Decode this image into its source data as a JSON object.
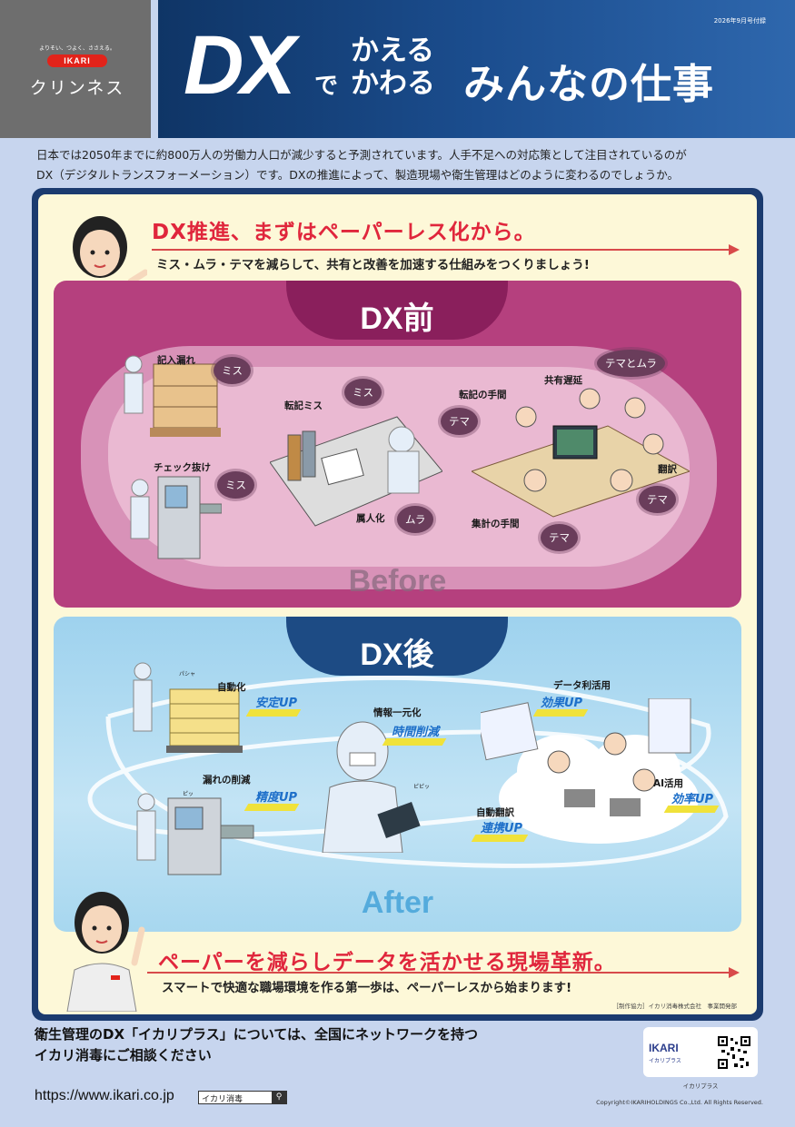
{
  "header": {
    "brand_tagline": "よりそい、つよく、ささえる。",
    "brand_logo": "IKARI",
    "brand_name": "クリンネス",
    "issue": "2026年9月号付録",
    "title_dx": "DX",
    "title_de": "で",
    "title_kaeru": "かえる",
    "title_kawaru": "かわる",
    "title_rest": "みんなの仕事"
  },
  "intro": {
    "line1": "日本では2050年までに約800万人の労働力人口が減少すると予測されています。人手不足への対応策として注目されているのが",
    "line2": "DX（デジタルトランスフォーメーション）です。DXの推進によって、製造現場や衛生管理はどのように変わるのでしょうか。"
  },
  "top_message": {
    "title": "DX推進、まずはペーパーレス化から。",
    "subtitle": "ミス・ムラ・テマを減らして、共有と改善を加速する仕組みをつくりましょう!"
  },
  "before": {
    "tab": "DX前",
    "word": "Before",
    "labels": [
      "記入漏れ",
      "チェック抜け",
      "転記ミス",
      "属人化",
      "転記の手間",
      "共有遅延",
      "集計の手間",
      "翻訳"
    ],
    "bubbles": [
      "ミス",
      "ミス",
      "ミス",
      "ムラ",
      "テマ",
      "テマとムラ",
      "テマ",
      "テマ"
    ]
  },
  "after": {
    "tab": "DX後",
    "word": "After",
    "labels": [
      "自動化",
      "漏れの削減",
      "情報一元化",
      "データ利活用",
      "AI活用",
      "自動翻訳"
    ],
    "ups": [
      "安定UP",
      "精度UP",
      "時間削減",
      "効果UP",
      "効率UP",
      "連携UP"
    ],
    "sfx": [
      "パシャ",
      "ピッ",
      "ピピッ"
    ]
  },
  "bottom_message": {
    "title": "ペーパーを減らしデータを活かせる現場革新。",
    "subtitle": "スマートで快適な職場環境を作る第一歩は、ペーパーレスから始まります!"
  },
  "credit": "［制作協力］イカリ消毒株式会社　事業開発部",
  "footer": {
    "line1": "衛生管理のDX「イカリプラス」については、全国にネットワークを持つ",
    "line2": "イカリ消毒にご相談ください",
    "url": "https://www.ikari.co.jp",
    "search_value": "イカリ消毒",
    "search_icon": "search-icon",
    "badge_logo": "IKARI",
    "badge_sub": "イカリプラス",
    "badge_caption": "イカリプラス",
    "copyright": "Copyright©IKARIHOLDINGS Co.,Ltd. All Rights Reserved."
  },
  "colors": {
    "title_band": "#1b4d8e",
    "frame": "#1b3b6f",
    "before_panel": "#b5407e",
    "after_panel": "#9ed2ee",
    "accent_red": "#e0263c",
    "up_blue": "#1d6fc9"
  }
}
